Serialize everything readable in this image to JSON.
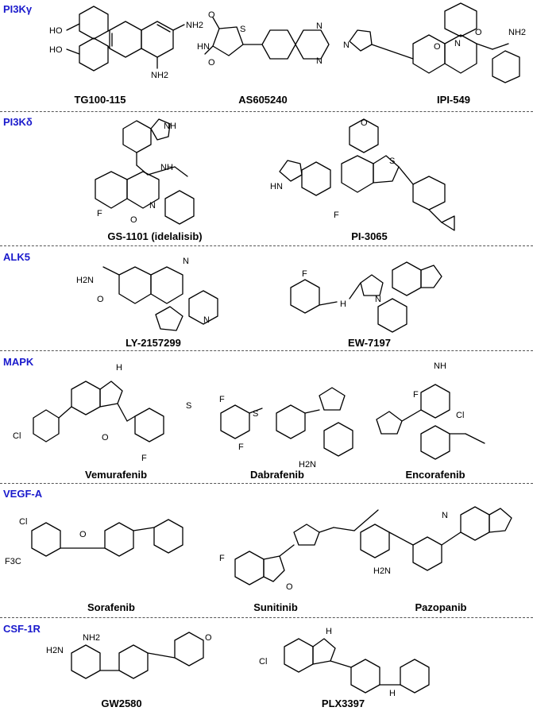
{
  "sections": [
    {
      "label": "PI3Kγ",
      "compounds": [
        "TG100-115",
        "AS605240",
        "IPI-549"
      ]
    },
    {
      "label": "PI3Kδ",
      "compounds": [
        "GS-1101 (idelalisib)",
        "PI-3065"
      ]
    },
    {
      "label": "ALK5",
      "compounds": [
        "LY-2157299",
        "EW-7197"
      ]
    },
    {
      "label": "MAPK",
      "compounds": [
        "Vemurafenib",
        "Dabrafenib",
        "Encorafenib"
      ]
    },
    {
      "label": "VEGF-A",
      "compounds": [
        "Sorafenib",
        "Sunitinib",
        "Pazopanib"
      ]
    },
    {
      "label": "CSF-1R",
      "compounds": [
        "GW2580",
        "PLX3397"
      ]
    }
  ],
  "atom_labels": {
    "ho": "HO",
    "nh2": "NH2",
    "n": "N",
    "nh": "NH",
    "hn": "HN",
    "h": "H",
    "o": "O",
    "s": "S",
    "f": "F",
    "cl": "Cl",
    "f3c": "F3C",
    "h2n": "H2N",
    "f2": "F",
    "nh_n": "N"
  },
  "colors": {
    "section_label": "#1a1acc",
    "divider": "#555555",
    "text": "#000000"
  }
}
